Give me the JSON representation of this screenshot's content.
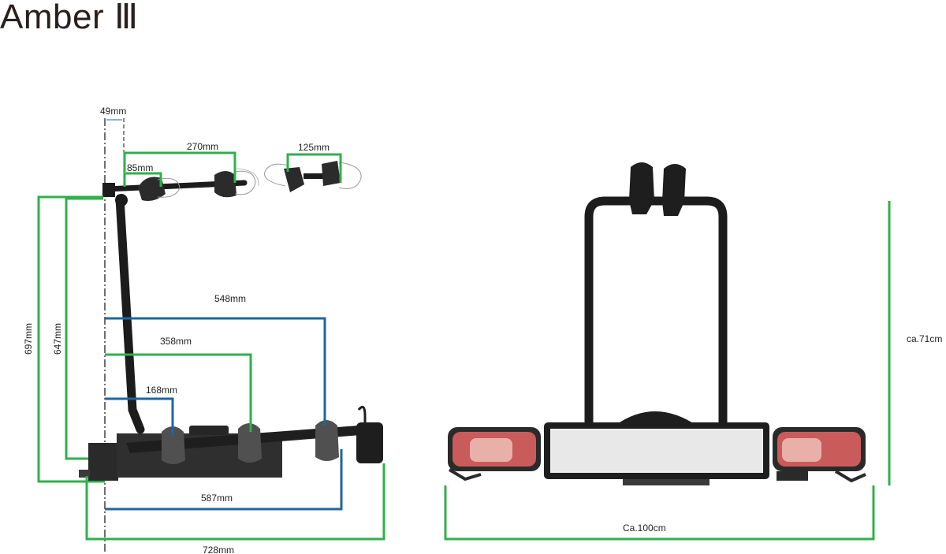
{
  "title": "Amber Ⅲ",
  "colors": {
    "green": "#2fb04a",
    "blue": "#1f64a2",
    "frame": "#1c1c1c",
    "lamp_red": "#d0605e",
    "plate": "#eeeeee"
  },
  "dimensions": {
    "pivot_offset": "49mm",
    "wheel_spacing": "270mm",
    "arm_short": "85mm",
    "clamp_width": "125mm",
    "depth_548": "548mm",
    "depth_358": "358mm",
    "depth_168": "168mm",
    "depth_587": "587mm",
    "depth_728": "728mm",
    "height_697": "697mm",
    "height_647": "647mm",
    "total_height": "ca.71cm",
    "total_width": "Ca.100cm"
  }
}
